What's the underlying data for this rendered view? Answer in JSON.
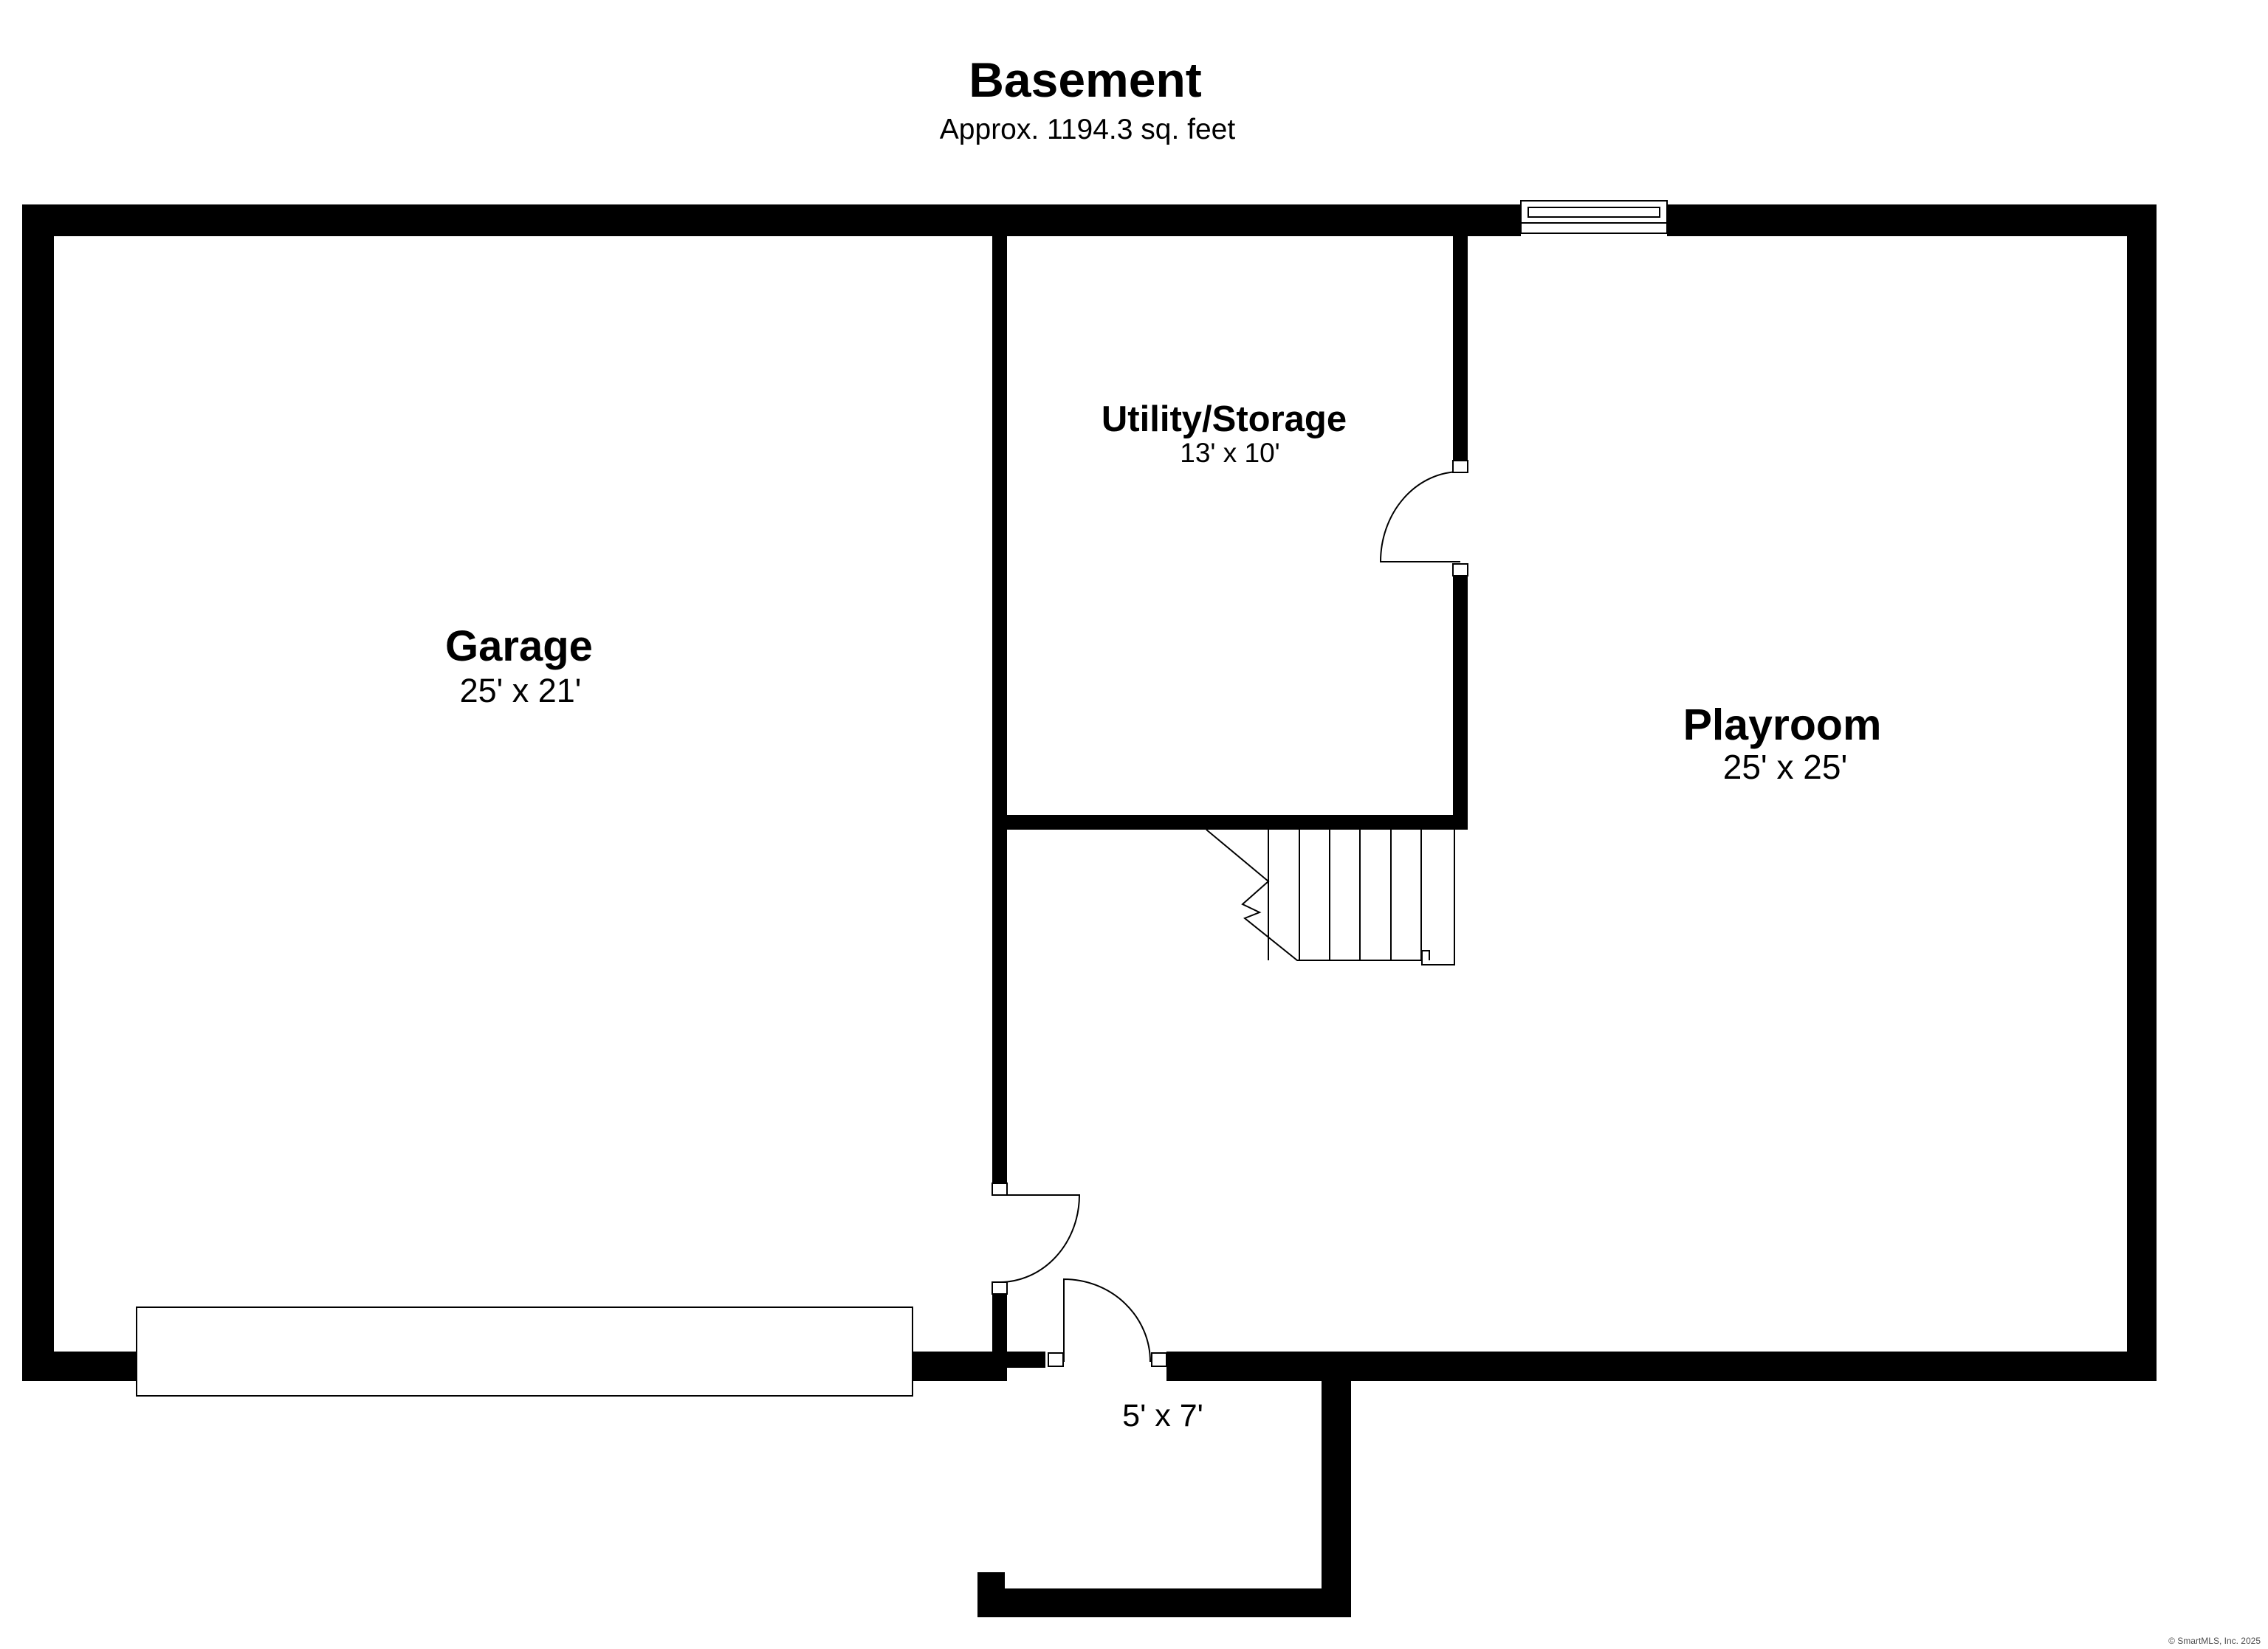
{
  "plan": {
    "title": "Basement",
    "area": "Approx. 1194.3 sq. feet",
    "copyright": "© SmartMLS, Inc. 2025",
    "colors": {
      "wall": "#000000",
      "background": "#ffffff",
      "fixture": "#000000"
    }
  },
  "rooms": {
    "garage": {
      "name": "Garage",
      "size": "25' x 21'"
    },
    "utility": {
      "name": "Utility/Storage",
      "size": "13' x 10'"
    },
    "playroom": {
      "name": "Playroom",
      "size": "25' x 25'"
    },
    "entry": {
      "size": "5' x 7'"
    }
  }
}
